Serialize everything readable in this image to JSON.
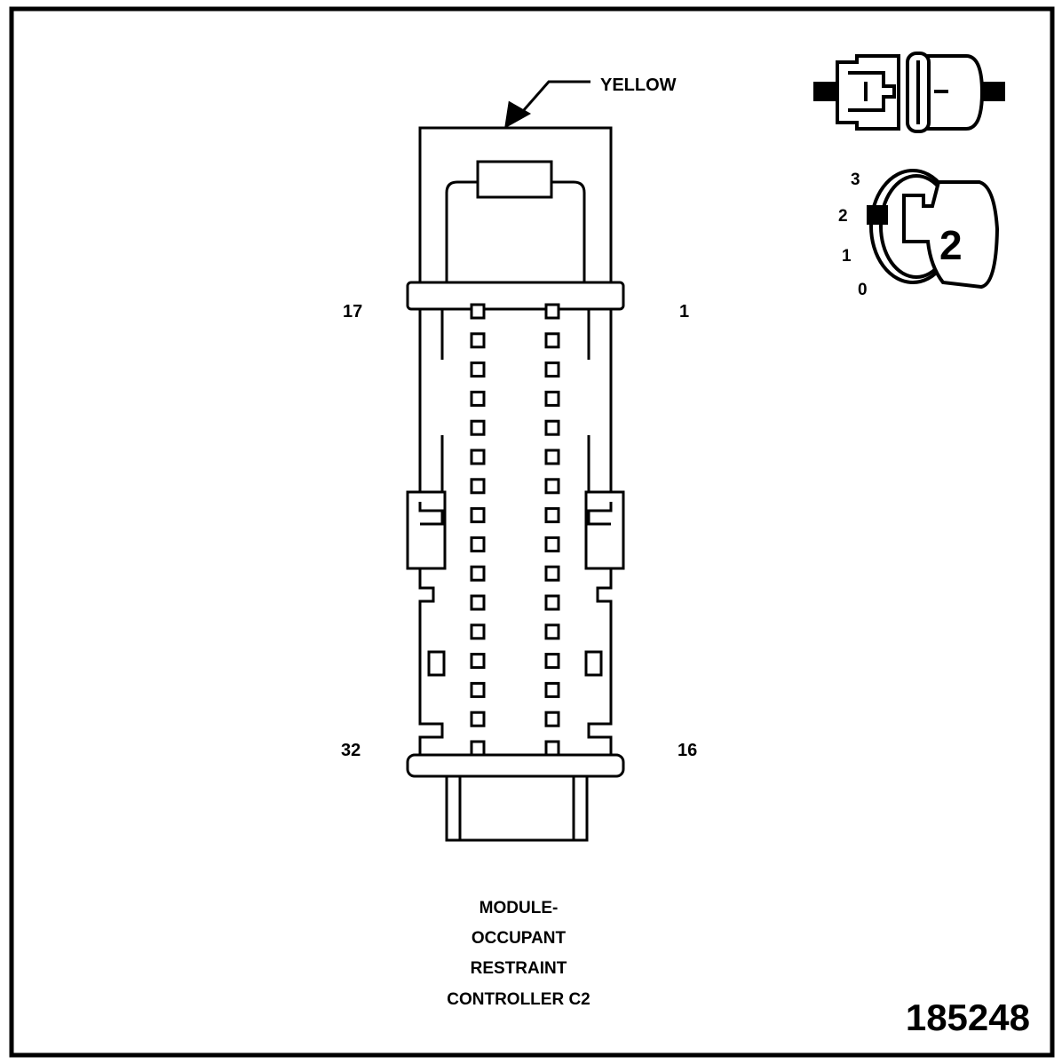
{
  "color_label": "YELLOW",
  "pin_labels": {
    "top_left": "17",
    "top_right": "1",
    "bottom_left": "32",
    "bottom_right": "16"
  },
  "title_lines": [
    "MODULE-",
    "OCCUPANT",
    "RESTRAINT",
    "CONTROLLER C2"
  ],
  "figure_number": "185248",
  "key_positions": [
    "3",
    "2",
    "1",
    "0"
  ],
  "key_number": "2",
  "pin_rows": 16,
  "pin_columns": 2
}
